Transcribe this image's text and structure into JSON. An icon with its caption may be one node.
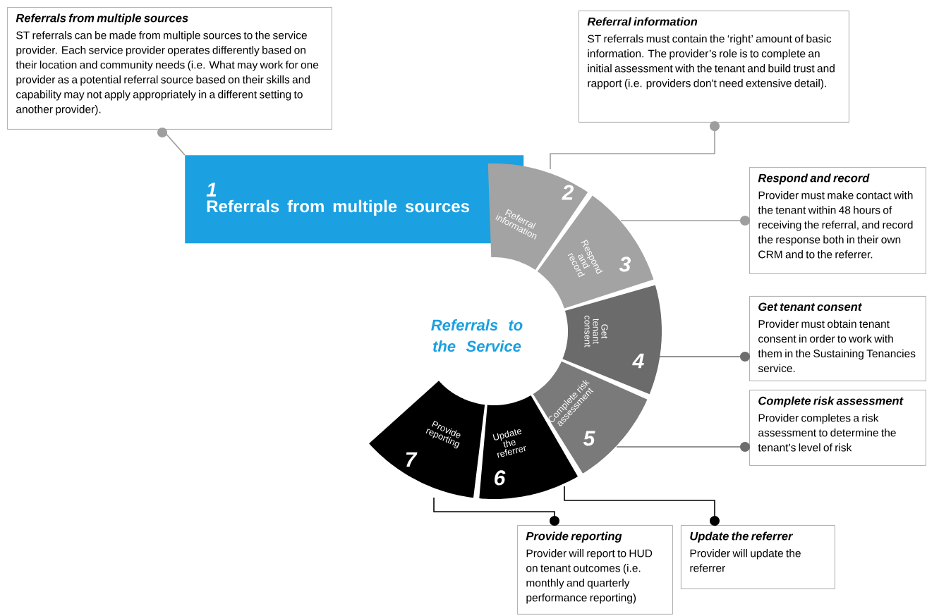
{
  "diagram": {
    "nodes": [
      {
        "text": [
          "Referrals from multiple sources",
          "ST referrals can be made from multiple sources to the service provider. Each service provider operates differently based on their location and community needs (i.e. What may work for one provider as a potential referral source based on their skills and capability may not apply appropriately in a different setting to another provider)."
        ]
      },
      {
        "text": [
          "Referral information",
          "ST referrals must contain the ‘right’ amount of basic information. The provider’s role is to complete an initial assessment with the tenant and build trust and rapport (i.e. providers don't need extensive detail)."
        ]
      },
      {
        "text": [
          "Respond and record",
          "Provider must make contact with the tenant within 48 hours of receiving the referral, and record the response both in their own CRM and to the referrer."
        ]
      },
      {
        "text": [
          "Get tenant consent",
          "Provider must obtain tenant consent in order to work with them in the Sustaining Tenancies service."
        ]
      },
      {
        "text": [
          "Complete risk assessment",
          "Provider completes a risk assessment to determine the tenant’s level of risk"
        ]
      },
      {
        "text": [
          "Provide reporting",
          "Provider will report to HUD on tenant outcomes (i.e. monthly and quarterly performance reporting)"
        ]
      },
      {
        "text": [
          "Update the referrer",
          "Provider will update the referrer"
        ]
      },
      {
        "text": [
          "1",
          "Referrals from multiple sources"
        ]
      },
      {
        "text": [
          "2",
          "Referral information"
        ]
      },
      {
        "text": [
          "3",
          "Respond and record"
        ]
      },
      {
        "text": [
          "4",
          "Get tenant consent"
        ]
      },
      {
        "text": [
          "5",
          "Complete risk assessment"
        ]
      },
      {
        "text": [
          "6",
          "Update the referrer"
        ]
      },
      {
        "text": [
          "7",
          "Provide reporting"
        ]
      }
    ],
    "edges": [
      {
        "from": 0,
        "to": 7,
        "arrow": "other"
      },
      {
        "from": 1,
        "to": 8,
        "arrow": "other"
      },
      {
        "from": 2,
        "to": 9,
        "arrow": "other"
      },
      {
        "from": 3,
        "to": 10,
        "arrow": "other",
        "color": "#6e6e6e"
      },
      {
        "from": 4,
        "to": 11,
        "arrow": "other",
        "color": "#6e6e6e"
      },
      {
        "from": 5,
        "to": 13,
        "arrow": "other",
        "color": "#000000"
      },
      {
        "from": 6,
        "to": 12,
        "arrow": "other",
        "color": "#000000"
      }
    ],
    "labels": [
      "Referrals to the Service"
    ]
  }
}
